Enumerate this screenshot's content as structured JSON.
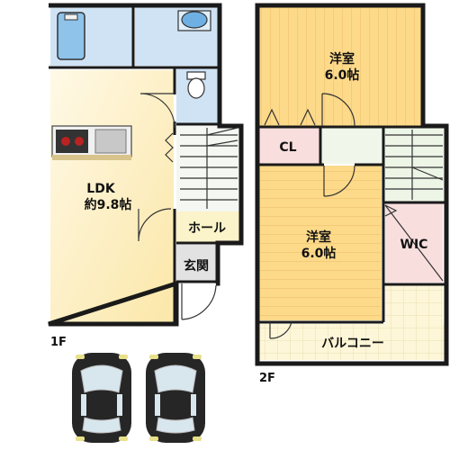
{
  "floor1": {
    "label": "1F",
    "rooms": {
      "ldk": {
        "name": "LDK",
        "size": "約9.8帖"
      },
      "hall": {
        "name": "ホール"
      },
      "entrance": {
        "name": "玄関"
      }
    }
  },
  "floor2": {
    "label": "2F",
    "rooms": {
      "western_top": {
        "name": "洋室",
        "size": "6.0帖"
      },
      "western_bottom": {
        "name": "洋室",
        "size": "6.0帖"
      },
      "closet": {
        "name": "CL"
      },
      "walk_in_closet": {
        "name": "WIC"
      },
      "balcony": {
        "name": "バルコニー"
      }
    }
  },
  "parking": {
    "car_count": 2
  },
  "colors": {
    "ldk_floor": "#fbefc4",
    "wood_floor": "#fdd98a",
    "wet_area": "#cfe3f4",
    "hall_floor": "#fbf3c9",
    "entrance_floor": "#e2e2e2",
    "closet_floor": "#f9dede",
    "balcony_floor": "#fdf6d8",
    "stair_floor": "#edf5e6",
    "wall": "#1a1a1a"
  }
}
